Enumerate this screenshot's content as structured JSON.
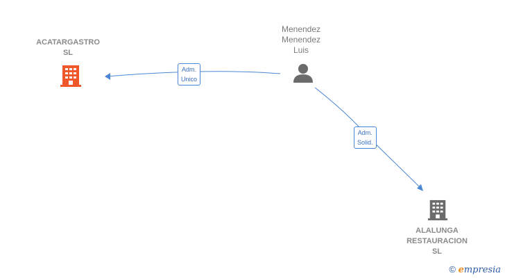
{
  "nodes": {
    "acatargastro": {
      "line1": "ACATARGASTRO",
      "line2": "SL",
      "icon": "building-icon",
      "color": "#f0582a"
    },
    "menendez": {
      "line1": "Menendez",
      "line2": "Menendez",
      "line3": "Luis",
      "icon": "person-icon",
      "color": "#6b6b6b"
    },
    "alalunga": {
      "line1": "ALALUNGA",
      "line2": "RESTAURACION",
      "line3": "SL",
      "icon": "building-icon",
      "color": "#6b6b6b"
    }
  },
  "edges": [
    {
      "line1": "Adm.",
      "line2": "Unico"
    },
    {
      "line1": "Adm.",
      "line2": "Solid."
    }
  ],
  "colors": {
    "edge": "#4a86d4"
  },
  "footer": {
    "copyright_symbol": "©",
    "brand_first": "e",
    "brand_rest": "mpresia"
  }
}
